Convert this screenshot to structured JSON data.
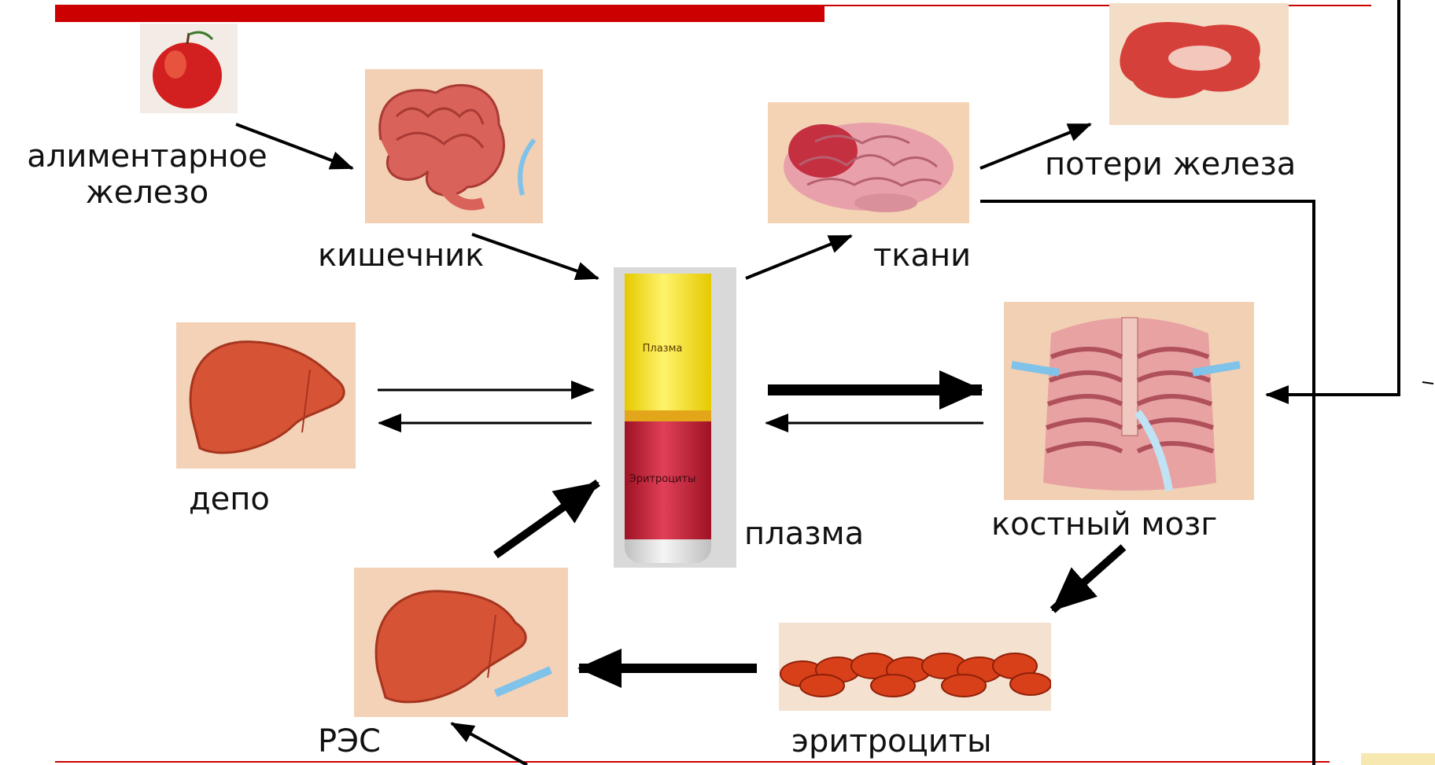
{
  "labels": {
    "alimentary_line1": "алиментарное",
    "alimentary_line2": "железо",
    "intestine": "кишечник",
    "tissues": "ткани",
    "iron_loss": "потери железа",
    "depot": "депо",
    "plasma": "плазма",
    "bone_marrow": "костный мозг",
    "res": "РЭС",
    "erythrocytes": "эритроциты"
  },
  "tube": {
    "plasma_label": "Плазма",
    "erythrocytes_label": "Эритроциты"
  },
  "colors": {
    "accent_bar": "#cc0000",
    "arrow": "#000000",
    "plasma_yellow": "#f4e21a",
    "rbc_red": "#c8253a",
    "tissue_pink": "#e4968c",
    "skin_bg": "#f3d2b8"
  },
  "icons": [
    "apple-icon",
    "intestine-icon",
    "brain-icon",
    "tissue-loss-icon",
    "liver-icon",
    "blood-tube-icon",
    "ribcage-icon",
    "erythrocytes-icon"
  ]
}
